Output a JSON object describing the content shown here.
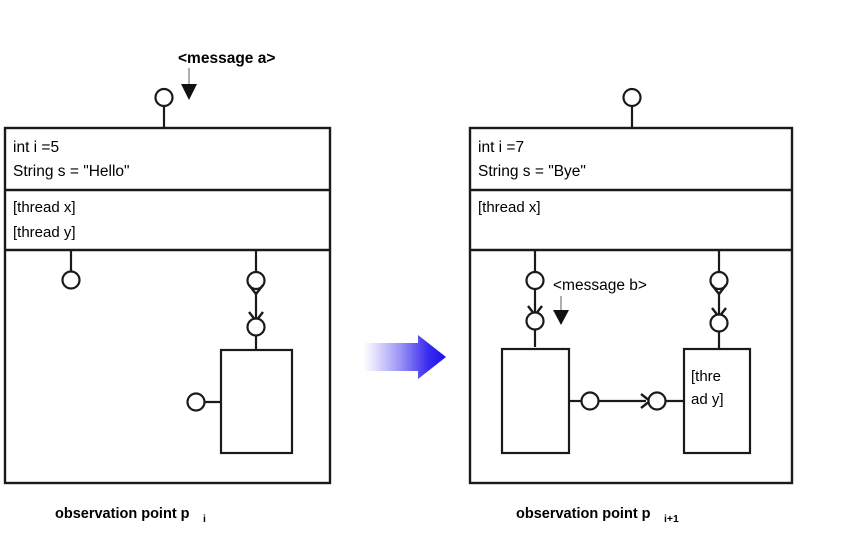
{
  "figure": {
    "kind": "uml-runtime-object-diagram",
    "description": "Two observation points showing object state, threads and connector structure"
  },
  "snapshots": [
    {
      "id": "left",
      "caption": "observation point p",
      "caption_subscript": "i",
      "attributes": [
        "int i =5",
        "String s = \"Hello\""
      ],
      "threads": [
        "[thread x]",
        "[thread y]"
      ],
      "message": {
        "label": "<message a>",
        "target": "top-port"
      },
      "inner_boxes": [
        {
          "label": ""
        }
      ]
    },
    {
      "id": "right",
      "caption": "observation point p",
      "caption_subscript": "i+1",
      "attributes": [
        "int i =7",
        "String s = \"Bye\""
      ],
      "threads": [
        "[thread x]"
      ],
      "message": {
        "label": "<message b>",
        "target": "left-port"
      },
      "inner_boxes": [
        {
          "label": ""
        },
        {
          "label_line1": "[thre",
          "label_line2": "ad y]"
        }
      ]
    }
  ],
  "transition_arrow": {
    "name": "evolution-arrow",
    "direction": "right",
    "gradient_from": "#ffffff",
    "gradient_to": "#1a11ec"
  },
  "colors": {
    "stroke": "#1a1a1a",
    "background": "#ffffff",
    "pointer_line": "#9a9a9a",
    "arrow_blue": "#1a11ec"
  }
}
